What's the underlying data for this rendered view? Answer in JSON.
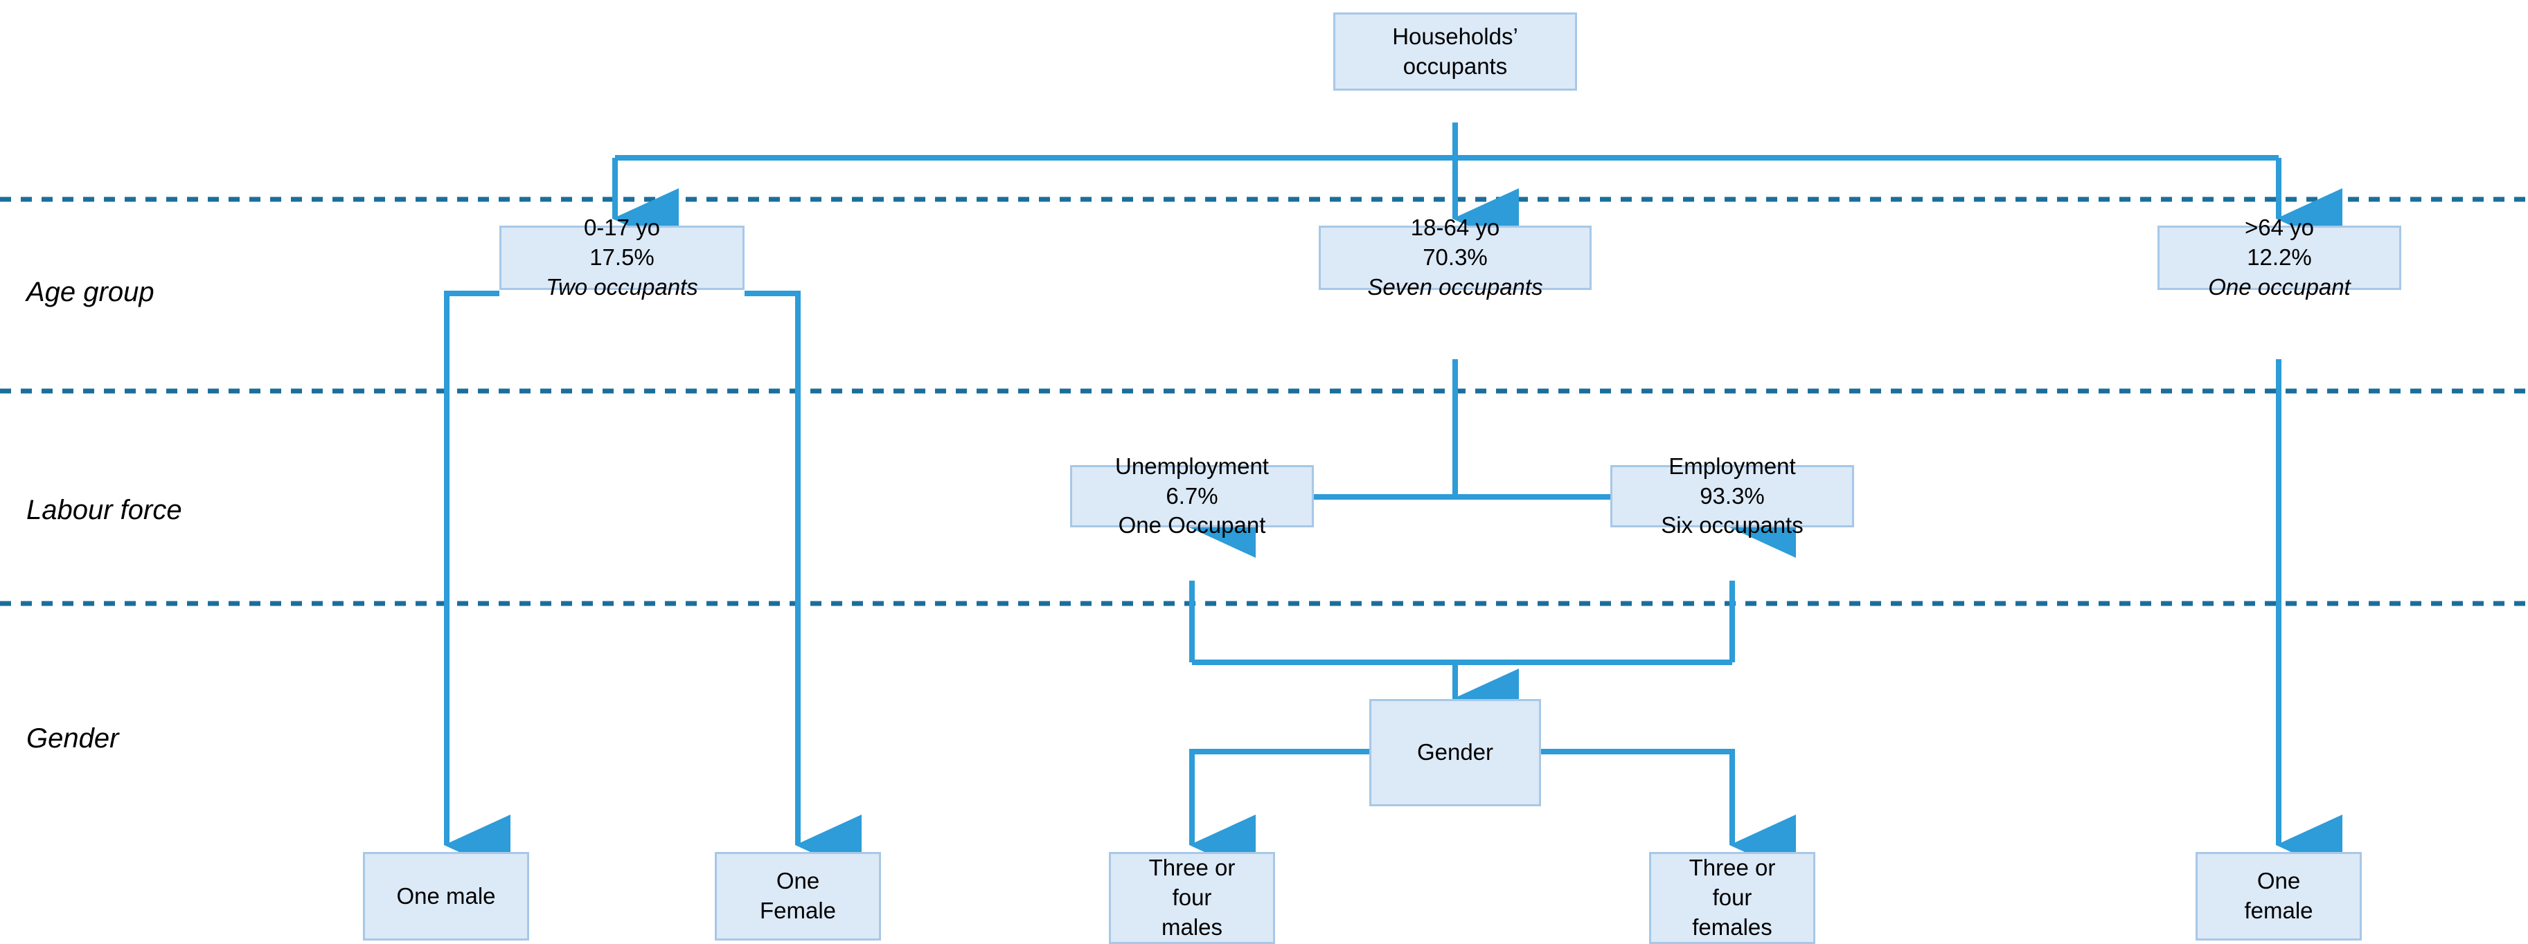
{
  "theme": {
    "node_fill": "#DCE9F7",
    "node_border": "#A7C8E7",
    "connector": "#2D9CD8",
    "divider": "#1B6E9B",
    "text": "#000000",
    "background": "#FFFFFF"
  },
  "row_labels": [
    {
      "id": "age-group",
      "text": "Age group"
    },
    {
      "id": "labour-force",
      "text": "Labour force"
    },
    {
      "id": "gender",
      "text": "Gender"
    }
  ],
  "nodes": {
    "root": {
      "id": "households-occupants",
      "lines": [
        {
          "text": "Households’",
          "italic": false
        },
        {
          "text": "occupants",
          "italic": false
        }
      ]
    },
    "age_children": [
      {
        "id": "age-0-17",
        "lines": [
          {
            "text": "0-17 yo",
            "italic": false
          },
          {
            "text": "17.5%",
            "italic": false
          },
          {
            "text": "Two occupants",
            "italic": true
          }
        ]
      },
      {
        "id": "age-18-64",
        "lines": [
          {
            "text": "18-64 yo",
            "italic": false
          },
          {
            "text": "70.3%",
            "italic": false
          },
          {
            "text": "Seven occupants",
            "italic": true
          }
        ]
      },
      {
        "id": "age-over-64",
        "lines": [
          {
            "text": ">64 yo",
            "italic": false
          },
          {
            "text": "12.2%",
            "italic": false
          },
          {
            "text": "One occupant",
            "italic": true
          }
        ]
      }
    ],
    "labour_children": [
      {
        "id": "unemployment",
        "lines": [
          {
            "text": "Unemployment",
            "italic": false
          },
          {
            "text": "6.7%",
            "italic": false
          },
          {
            "text": "One Occupant",
            "italic": false
          }
        ]
      },
      {
        "id": "employment",
        "lines": [
          {
            "text": "Employment",
            "italic": false
          },
          {
            "text": "93.3%",
            "italic": false
          },
          {
            "text": "Six occupants",
            "italic": false
          }
        ]
      }
    ],
    "gender_split": {
      "id": "gender-split",
      "lines": [
        {
          "text": "Gender",
          "italic": false
        }
      ]
    },
    "leaves": [
      {
        "id": "one-male",
        "lines": [
          {
            "text": "One male",
            "italic": false
          }
        ]
      },
      {
        "id": "one-female-child",
        "lines": [
          {
            "text": "One",
            "italic": false
          },
          {
            "text": "Female",
            "italic": false
          }
        ]
      },
      {
        "id": "three-four-males",
        "lines": [
          {
            "text": "Three or",
            "italic": false
          },
          {
            "text": "four",
            "italic": false
          },
          {
            "text": "males",
            "italic": false
          }
        ]
      },
      {
        "id": "three-four-females",
        "lines": [
          {
            "text": "Three or",
            "italic": false
          },
          {
            "text": "four",
            "italic": false
          },
          {
            "text": "females",
            "italic": false
          }
        ]
      },
      {
        "id": "one-female-elder",
        "lines": [
          {
            "text": "One",
            "italic": false
          },
          {
            "text": "female",
            "italic": false
          }
        ]
      }
    ]
  },
  "chart_data": {
    "type": "diagram",
    "title": "Households’ occupants breakdown",
    "tiers": [
      "Age group",
      "Labour force",
      "Gender"
    ],
    "breakdown": [
      {
        "category": "0-17 yo",
        "percent": 17.5,
        "count_text": "Two occupants",
        "children": [
          "One male",
          "One Female"
        ]
      },
      {
        "category": "18-64 yo",
        "percent": 70.3,
        "count_text": "Seven occupants",
        "children": [
          {
            "category": "Unemployment",
            "percent": 6.7,
            "count_text": "One Occupant"
          },
          {
            "category": "Employment",
            "percent": 93.3,
            "count_text": "Six occupants"
          }
        ],
        "gender_split": [
          "Three or four males",
          "Three or four females"
        ]
      },
      {
        "category": ">64 yo",
        "percent": 12.2,
        "count_text": "One occupant",
        "children": [
          "One female"
        ]
      }
    ]
  }
}
